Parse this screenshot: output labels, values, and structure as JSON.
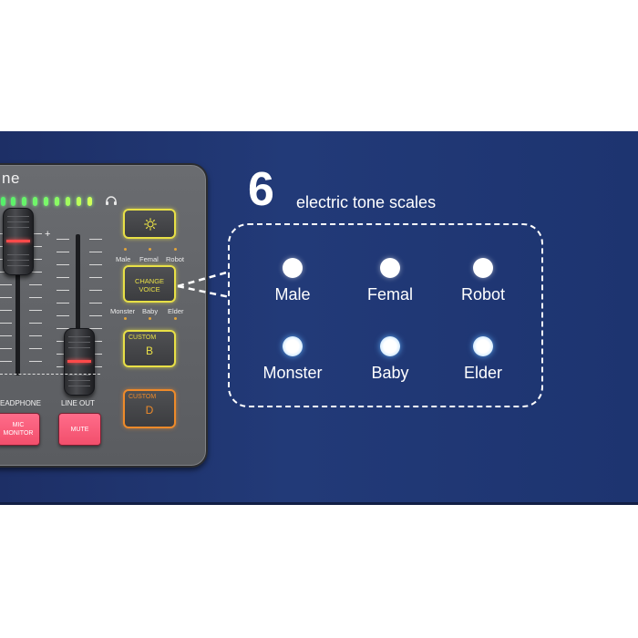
{
  "device": {
    "brand_fragment": "ne",
    "plus_sign": "+",
    "labels": {
      "headphone": "EADPHONE",
      "line_out": "LINE OUT"
    },
    "buttons": {
      "mic_monitor_line1": "MIC",
      "mic_monitor_line2": "MONITOR",
      "mute": "MUTE"
    },
    "pads": {
      "change_voice_line1": "CHANGE",
      "change_voice_line2": "VOICE",
      "custom_b_tag": "CUSTOM",
      "custom_b_letter": "B",
      "custom_d_tag": "CUSTOM",
      "custom_d_letter": "D"
    },
    "voice_labels_top": [
      "Male",
      "Femal",
      "Robot"
    ],
    "voice_labels_bottom": [
      "Monster",
      "Baby",
      "Elder"
    ]
  },
  "feature": {
    "count": "6",
    "headline": "electric tone scales",
    "options": [
      {
        "label": "Male",
        "style": "white"
      },
      {
        "label": "Femal",
        "style": "white"
      },
      {
        "label": "Robot",
        "style": "white"
      },
      {
        "label": "Monster",
        "style": "blue"
      },
      {
        "label": "Baby",
        "style": "blue"
      },
      {
        "label": "Elder",
        "style": "blue"
      }
    ]
  },
  "colors": {
    "banner": "#223a78",
    "pad_yellow": "#e8e046",
    "pad_orange": "#ee8a2a",
    "button_red": "#f24f6c",
    "led_green": "#7dff6a",
    "led_yellow": "#d8ff5a",
    "fader_line": "#ff4a4a"
  },
  "icons": {
    "brightness": "sun-icon",
    "headphone": "headphone-icon"
  }
}
